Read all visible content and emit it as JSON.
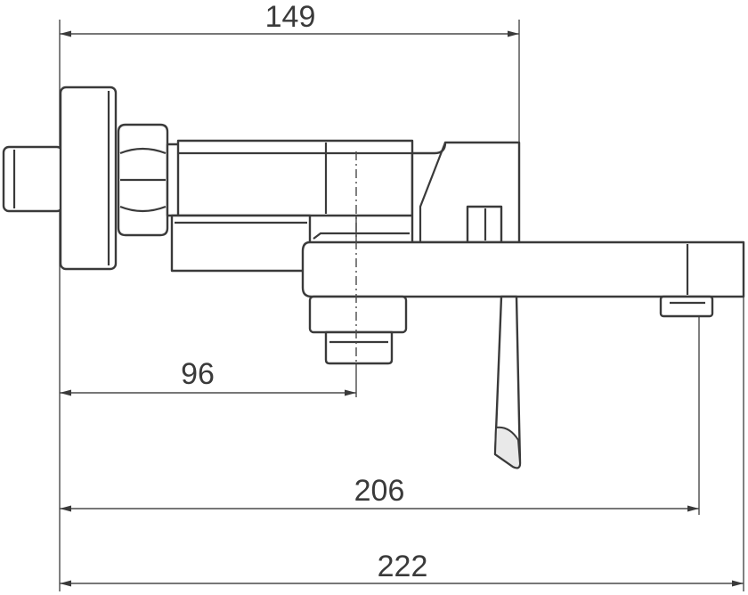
{
  "dimensions": {
    "top_width": "149",
    "inlet_center": "96",
    "spout_outlet": "206",
    "overall_length": "222"
  },
  "colors": {
    "line": "#3a3a3a",
    "background": "#ffffff",
    "shade": "#e9e9e9"
  }
}
